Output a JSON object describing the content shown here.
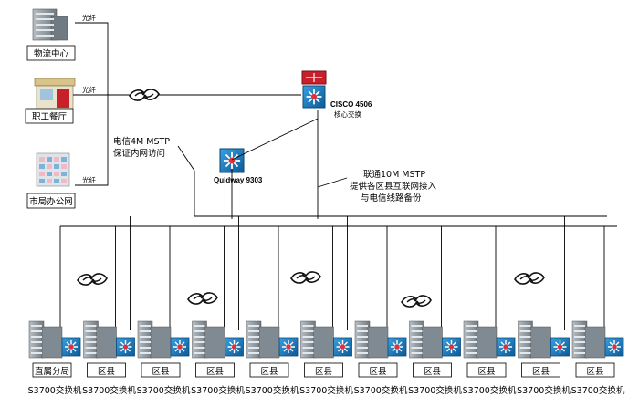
{
  "top_sites": [
    {
      "name": "物流中心",
      "link": "光纤",
      "icon": "building-icon"
    },
    {
      "name": "职工餐厅",
      "link": "光纤",
      "icon": "shop-icon"
    },
    {
      "name": "市局办公网",
      "link": "光纤",
      "icon": "office-icon"
    }
  ],
  "core": {
    "model": "CISCO 4506",
    "role": "核心交换"
  },
  "aggregation": {
    "model": "Quidway 9303"
  },
  "notes": {
    "telecom": [
      "电信4M MSTP",
      "保证内网访问"
    ],
    "unicom": [
      "联通10M MSTP",
      "提供各区县互联网接入",
      "与电信线路备份"
    ]
  },
  "branches": [
    {
      "name": "直属分局",
      "switch": "S3700交换机"
    },
    {
      "name": "区县",
      "switch": "S3700交换机"
    },
    {
      "name": "区县",
      "switch": "S3700交换机"
    },
    {
      "name": "区县",
      "switch": "S3700交换机"
    },
    {
      "name": "区县",
      "switch": "S3700交换机"
    },
    {
      "name": "区县",
      "switch": "S3700交换机"
    },
    {
      "name": "区县",
      "switch": "S3700交换机"
    },
    {
      "name": "区县",
      "switch": "S3700交换机"
    },
    {
      "name": "区县",
      "switch": "S3700交换机"
    },
    {
      "name": "区县",
      "switch": "S3700交换机"
    },
    {
      "name": "区县",
      "switch": "S3700交换机"
    }
  ],
  "colors": {
    "switch_blue": "#1f7fc0",
    "router_red": "#c8202a",
    "building": "#8a949c"
  }
}
